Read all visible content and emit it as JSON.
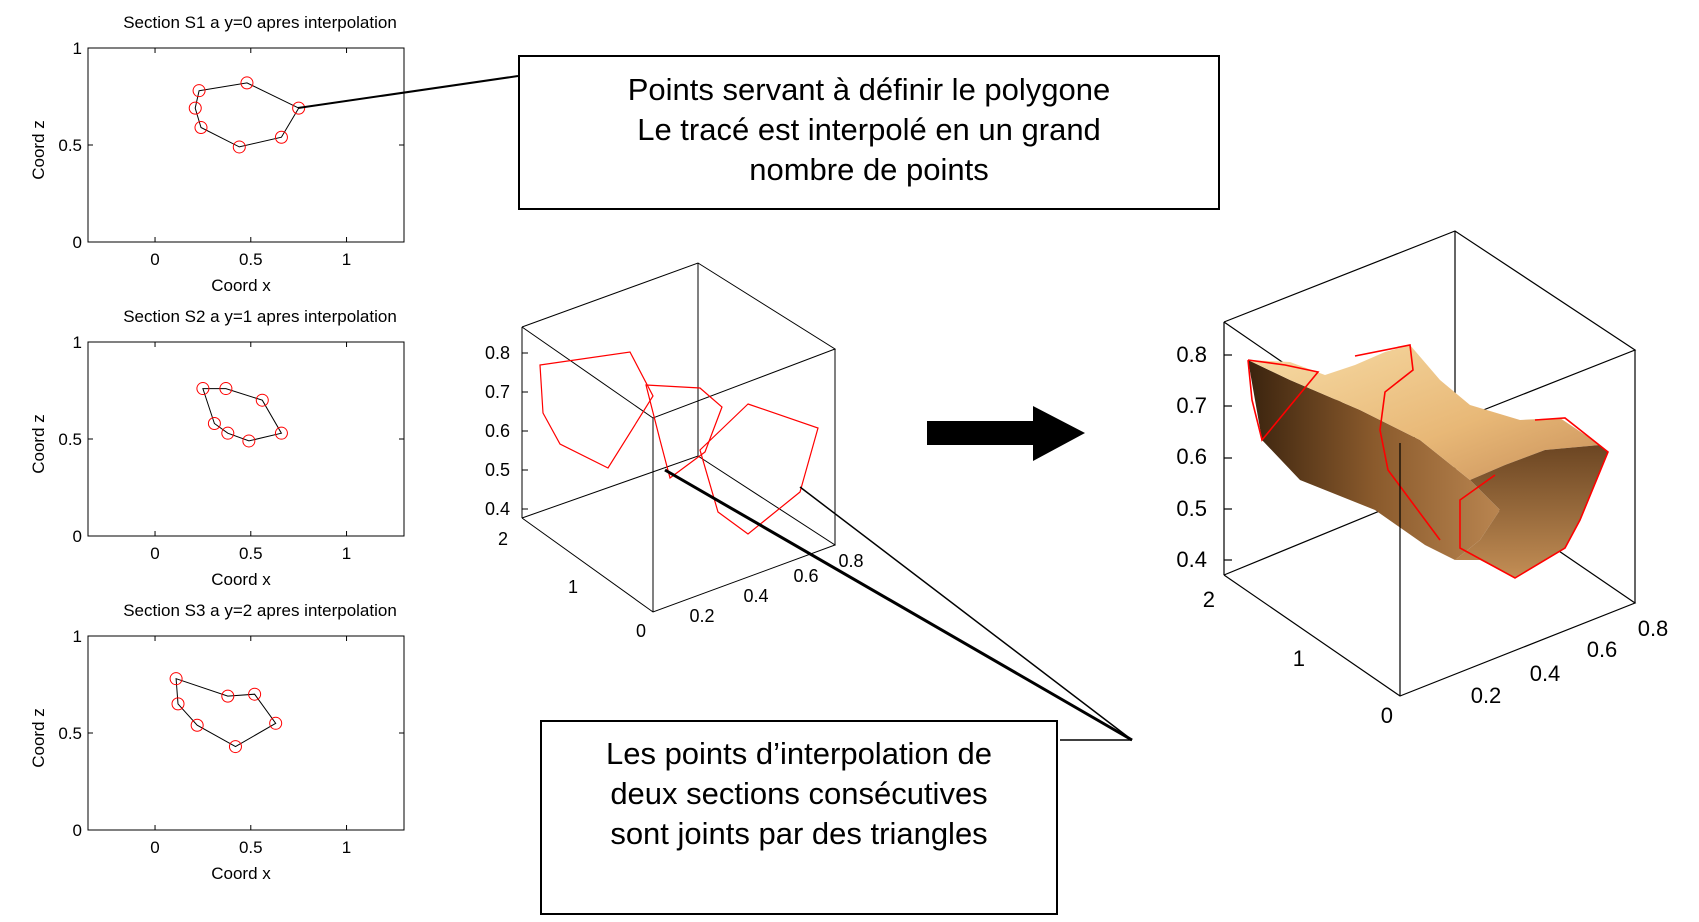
{
  "callout_top": {
    "line1": "Points servant à définir le polygone",
    "line2": "Le tracé est interpolé en un grand",
    "line3": "nombre de points"
  },
  "callout_bottom": {
    "line1": "Les points d’interpolation de",
    "line2": "deux sections consécutives",
    "line3": "sont joints par des triangles"
  },
  "chart_data": [
    {
      "type": "scatter",
      "title": "Section S1 a y=0 apres interpolation",
      "xlabel": "Coord x",
      "ylabel": "Coord z",
      "x_ticks": [
        "0",
        "0.5",
        "1"
      ],
      "y_ticks": [
        "0",
        "0.5",
        "1"
      ],
      "xlim": [
        -0.35,
        1.3
      ],
      "ylim": [
        0,
        1
      ],
      "points": [
        [
          0.23,
          0.78
        ],
        [
          0.48,
          0.82
        ],
        [
          0.75,
          0.69
        ],
        [
          0.66,
          0.54
        ],
        [
          0.44,
          0.49
        ],
        [
          0.24,
          0.59
        ],
        [
          0.21,
          0.69
        ]
      ]
    },
    {
      "type": "scatter",
      "title": "Section S2 a y=1 apres interpolation",
      "xlabel": "Coord x",
      "ylabel": "Coord z",
      "x_ticks": [
        "0",
        "0.5",
        "1"
      ],
      "y_ticks": [
        "0",
        "0.5",
        "1"
      ],
      "xlim": [
        -0.35,
        1.3
      ],
      "ylim": [
        0,
        1
      ],
      "points": [
        [
          0.25,
          0.76
        ],
        [
          0.37,
          0.76
        ],
        [
          0.56,
          0.7
        ],
        [
          0.66,
          0.53
        ],
        [
          0.49,
          0.49
        ],
        [
          0.38,
          0.53
        ],
        [
          0.31,
          0.58
        ]
      ]
    },
    {
      "type": "scatter",
      "title": "Section S3 a y=2 apres interpolation",
      "xlabel": "Coord x",
      "ylabel": "Coord z",
      "x_ticks": [
        "0",
        "0.5",
        "1"
      ],
      "y_ticks": [
        "0",
        "0.5",
        "1"
      ],
      "xlim": [
        -0.35,
        1.3
      ],
      "ylim": [
        0,
        1
      ],
      "points": [
        [
          0.11,
          0.78
        ],
        [
          0.38,
          0.69
        ],
        [
          0.52,
          0.7
        ],
        [
          0.63,
          0.55
        ],
        [
          0.42,
          0.43
        ],
        [
          0.22,
          0.54
        ],
        [
          0.12,
          0.65
        ]
      ]
    },
    {
      "type": "line",
      "subtype": "3d-wireframe",
      "z_ticks": [
        "0.8",
        "0.7",
        "0.6",
        "0.5",
        "0.4"
      ],
      "y_ticks": [
        "2",
        "1",
        "0"
      ],
      "x_ticks": [
        "0.2",
        "0.4",
        "0.6",
        "0.8"
      ],
      "color": "#ff0000"
    },
    {
      "type": "area",
      "subtype": "3d-surface",
      "z_ticks": [
        "0.8",
        "0.7",
        "0.6",
        "0.5",
        "0.4"
      ],
      "y_ticks": [
        "2",
        "1",
        "0"
      ],
      "x_ticks": [
        "0.2",
        "0.4",
        "0.6",
        "0.8"
      ],
      "colors": [
        "#f3c98b",
        "#6b4522",
        "#ff0000"
      ]
    }
  ],
  "colors": {
    "marker": "#ff0000",
    "polygon": "#000000",
    "arrow": "#000000"
  },
  "icons": {
    "arrow": "right-arrow-icon"
  }
}
